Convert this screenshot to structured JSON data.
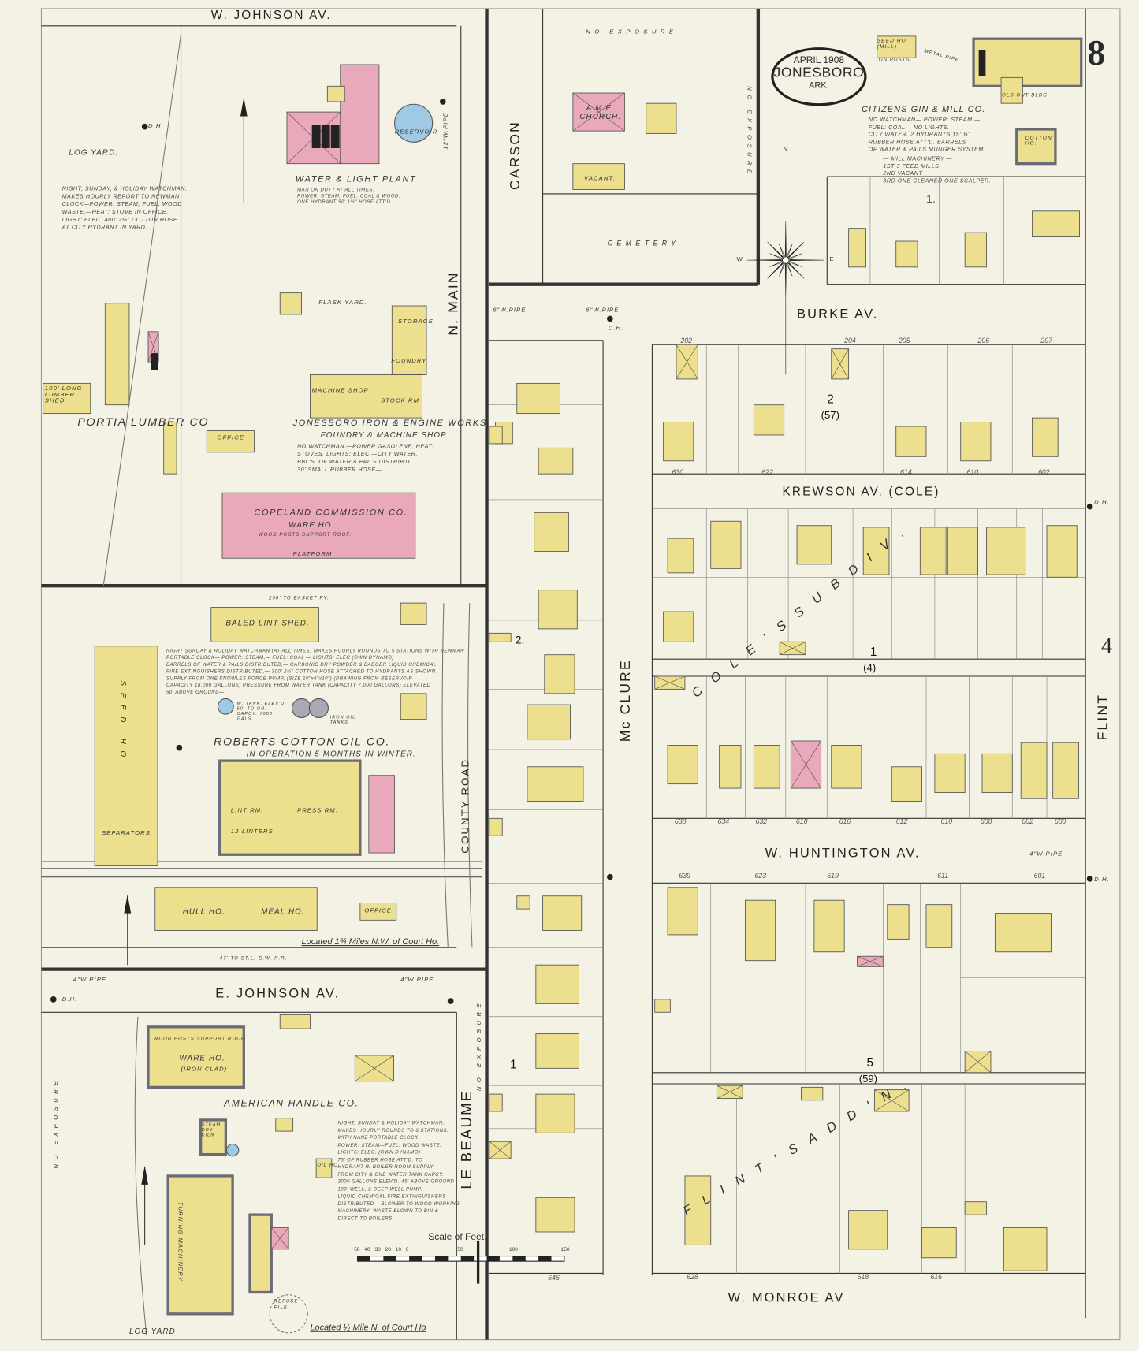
{
  "sheet": {
    "number": "8",
    "adjoining_sheet": "4",
    "date": "APRIL 1908",
    "city": "JONESBORO",
    "state": "ARK."
  },
  "streets": {
    "w_johnson": "W. JOHNSON AV.",
    "n_main": "N. MAIN",
    "carson": "CARSON",
    "burke": "BURKE AV.",
    "krewson": "KREWSON AV. (COLE)",
    "mcclure": "Mc CLURE",
    "flint": "FLINT",
    "w_huntington": "W. HUNTINGTON AV.",
    "e_johnson": "E. JOHNSON AV.",
    "le_beaume": "LE BEAUME",
    "w_monroe": "W. MONROE AV",
    "county_road": "COUNTY ROAD"
  },
  "places": {
    "water_light": "WATER & LIGHT PLANT",
    "reservoir": "RESERVOIR",
    "log_yard": "LOG   YARD.",
    "flask_yard": "FLASK YARD.",
    "portia": "PORTIA LUMBER CO",
    "lumber_shed": "100' LONG LUMBER SHED",
    "platform": "PLATFORM",
    "office": "OFFICE",
    "jiew": "JONESBORO IRON & ENGINE WORKS.",
    "foundry_shop": "FOUNDRY & MACHINE SHOP",
    "foundry": "FOUNDRY",
    "machine_shop": "MACHINE SHOP",
    "stock_rm": "STOCK RM",
    "storage": "STORAGE",
    "copeland": "COPELAND COMMISSION CO.",
    "copeland_sub": "WARE HO.",
    "copeland_roof": "WOOD POSTS SUPPORT ROOF.",
    "baled_lint": "BALED LINT SHED.",
    "basket_fy": "250' TO BASKET FY.",
    "seed_ho": "SEED HO.",
    "separators": "SEPARATORS.",
    "roberts": "ROBERTS COTTON OIL CO.",
    "roberts_sub": "IN OPERATION 5 MONTHS IN WINTER.",
    "tank": "W. TANK, ELEV'D. 50' TO GR. CAPCY. 7000 GALS.",
    "iron_oil_tanks": "IRON OIL TANKS",
    "lint_rm": "LINT RM.",
    "press_rm": "PRESS RM.",
    "linters": "12 LINTERS",
    "hull_ho": "HULL HO.",
    "meal_ho": "MEAL HO.",
    "located_1": "Located 1¾ Miles N.W. of Court Ho.",
    "located_2": "Located ½ Mile N. of Court Ho",
    "to_railroad": "47' TO ST.L.-S.W. R.R.",
    "american_handle": "AMERICAN HANDLE CO.",
    "ware_ho": "WARE HO.",
    "ware_ho_sub": "(IRON CLAD)",
    "wood_posts": "WOOD POSTS SUPPORT ROOF.",
    "turning": "TURNING MACHINERY",
    "dry_kiln": "STEAM DRY KILN",
    "oil_ho": "OIL HO.",
    "refuse_pile": "REFUSE PILE",
    "log_yard_2": "LOG  YARD",
    "ame_church": "A.M.E. CHURCH.",
    "vacant": "VACANT.",
    "cemetery": "CEMETERY",
    "no_exposure": "NO EXPOSURE",
    "citizens": "CITIZENS GIN & MILL CO.",
    "seed_ho_mill": "SEED HO (MILL)",
    "on_posts": "ON POSTS.",
    "old_outbldg": "OLD OUT BLDG",
    "cotton_ho": "COTTON HO.",
    "metal_pipe": "METAL PIPE",
    "coles_subdiv": "C O L E ' S   S U B D I V .",
    "flints_addn": "F L I N T ' S   A D D ' N ."
  },
  "notes": {
    "portia": "NIGHT, SUNDAY, & HOLIDAY WATCHMAN.\nMAKES HOURLY REPORT TO NEWMAN\nCLOCK—POWER: STEAM, FUEL: WOOD\nWASTE.—HEAT: STOVE IN OFFICE.\nLIGHT: ELEC. 400' 2½\" COTTON HOSE\nAT CITY HYDRANT IN YARD.",
    "water_light": "MAN ON DUTY AT ALL TIMES.\nPOWER: STEAM. FUEL: COAL & WOOD.\nONE HYDRANT 50' 1½\" HOSE ATT'D.",
    "jiew": "NO WATCHMAN.—POWER GASOLENE; HEAT:\nSTOVES. LIGHTS: ELEC.—CITY WATER.\nBBL'S. OF WATER & PAILS DISTRIB'D.\n30' SMALL RUBBER HOSE—.",
    "roberts": "NIGHT SUNDAY & HOLIDAY WATCHMAN (AT ALL TIMES) MAKES HOURLY ROUNDS TO 5 STATIONS WITH NEWMAN\nPORTABLE CLOCK— POWER: STEAM,— FUEL: COAL — LIGHTS: ELEC (OWN DYNAMO)\nBARRELS OF WATER & PAILS DISTRIBUTED,— CARBONIC DRY POWDER & BADGER LIQUID CHEMICAL\nFIRE EXTINGUISHERS DISTRIBUTED,— 300' 2½\" COTTON HOSE ATTACHED TO HYDRANTS AS SHOWN.\nSUPPLY FROM ONE KNOWLES FORCE PUMP, (SIZE 10\"x6\"x10\") (DRAWING FROM RESERVOIR\nCAPACITY 18,000 GALLONS) PRESSURE FROM WATER TANK (CAPACITY 7,000 GALLONS) ELEVATED\n50' ABOVE GROUND—",
    "american_handle": "NIGHT, SUNDAY & HOLIDAY WATCHMAN.\nMAKES HOURLY ROUNDS TO 6 STATIONS.\nWITH NANZ PORTABLE CLOCK.\nPOWER: STEAM—FUEL: WOOD WASTE.\nLIGHTS: ELEC. (OWN DYNAMO)\n75' OF RUBBER HOSE ATT'D. TO\nHYDRANT IN BOILER ROOM SUPPLY\nFROM CITY & ONE WATER TANK CAPCY.\n3000 GALLONS ELEV'D. 45' ABOVE GROUND\n100' WELL, & DEEP WELL PUMP.\nLIQUID CHEMICAL FIRE EXTINGUISHERS\nDISTRIBUTED— BLOWER TO WOOD WORKING\nMACHINERY. WASTE BLOWN TO BIN &\nDIRECT TO BOILERS.",
    "citizens": "NO WATCHMAN— POWER: STEAM.—\nFUEL: COAL— NO LIGHTS.\nCITY WATER. 2 HYDRANTS 15' ¾\"\nRUBBER HOSE ATT'D. BARRELS\nOF WATER & PAILS MUNGER SYSTEM.",
    "citizens_mach": "— MILL MACHINERY —\n1ST 3 FEED MILLS.\n2ND VACANT\n3RD ONE CLEANER ONE SCALPER."
  },
  "block_numbers": [
    "1.",
    "2",
    "(57)",
    "1",
    "(4)",
    "5",
    "(59)",
    "2.",
    "1"
  ],
  "addresses": [
    "630",
    "622",
    "614",
    "610",
    "602",
    "638",
    "634",
    "632",
    "618",
    "616",
    "612",
    "610",
    "608",
    "602",
    "600",
    "639",
    "623",
    "619",
    "611",
    "601",
    "628",
    "618",
    "616",
    "202",
    "204",
    "205",
    "206",
    "207",
    "646"
  ],
  "pipes": {
    "six_inch": "6\"W.PIPE",
    "four_inch": "4\"W.PIPE",
    "twelve_inch": "12\"W.PIPE",
    "dh": "D.H."
  },
  "compass": {
    "n": "N",
    "e": "E",
    "w": "W"
  },
  "scale": {
    "title": "Scale of Feet.",
    "ticks": [
      "50",
      "40",
      "30",
      "20",
      "10",
      "0",
      "50",
      "100",
      "150"
    ]
  },
  "colors": {
    "paper": "#f4f2e4",
    "frame": "#ecdf8e",
    "brick": "#e9a9bb",
    "water": "#9fc9e4",
    "iron": "#a9a9b4",
    "line": "#2a2a2a"
  }
}
